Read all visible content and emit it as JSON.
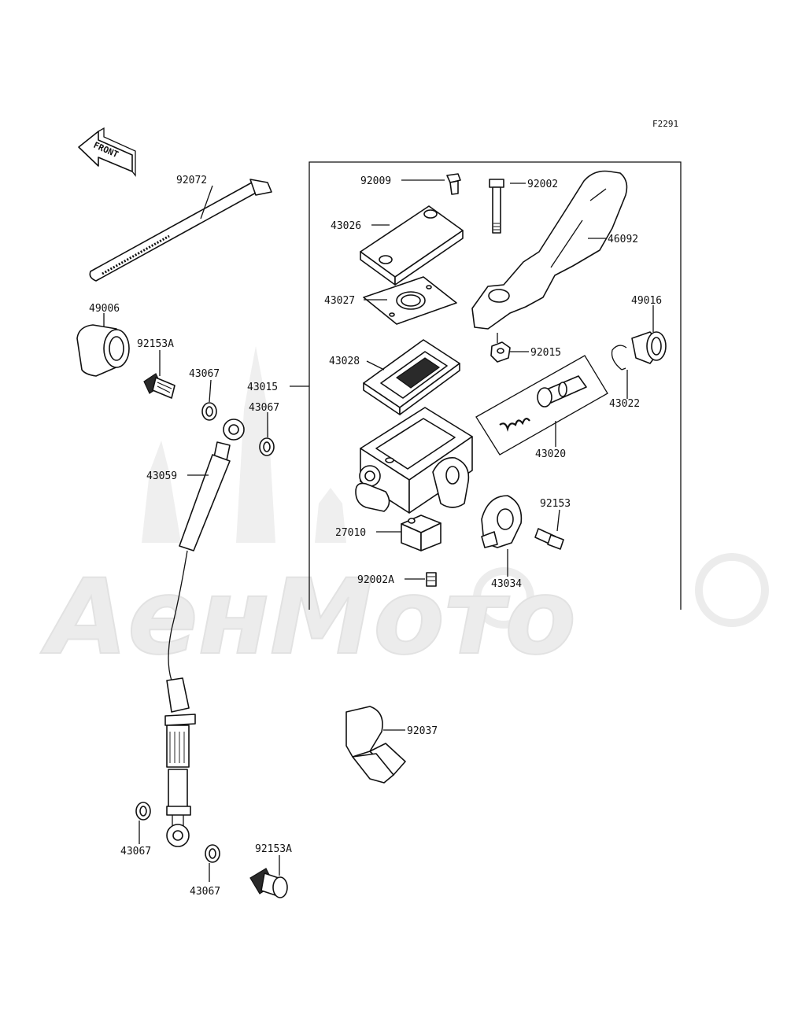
{
  "figure_code": "F2291",
  "front_label": "FRONT",
  "watermark": "АенМото",
  "parts": {
    "p92072": "92072",
    "p49006": "49006",
    "p92153A_top": "92153A",
    "p43067_a": "43067",
    "p43067_b": "43067",
    "p43015": "43015",
    "p43059": "43059",
    "p92009": "92009",
    "p43026": "43026",
    "p43027": "43027",
    "p43028": "43028",
    "p92002": "92002",
    "p46092": "46092",
    "p49016": "49016",
    "p92015": "92015",
    "p43022": "43022",
    "p43020": "43020",
    "p92153": "92153",
    "p27010": "27010",
    "p92002A": "92002A",
    "p43034": "43034",
    "p92037": "92037",
    "p43067_c": "43067",
    "p43067_d": "43067",
    "p92153A_bottom": "92153A"
  }
}
